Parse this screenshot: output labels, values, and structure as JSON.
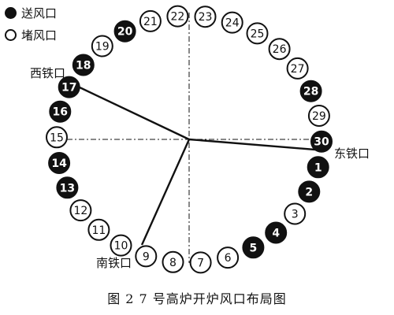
{
  "legend": {
    "supply_label": "送风口",
    "blocked_label": "堵风口"
  },
  "tapholes": {
    "west": "西铁口",
    "east": "东铁口",
    "south": "南铁口"
  },
  "caption": "图 2   7 号高炉开炉风口布局图",
  "tuyeres": [
    {
      "n": "1",
      "state": "supply"
    },
    {
      "n": "2",
      "state": "supply"
    },
    {
      "n": "3",
      "state": "blocked"
    },
    {
      "n": "4",
      "state": "supply"
    },
    {
      "n": "5",
      "state": "supply"
    },
    {
      "n": "6",
      "state": "blocked"
    },
    {
      "n": "7",
      "state": "blocked"
    },
    {
      "n": "8",
      "state": "blocked"
    },
    {
      "n": "9",
      "state": "blocked"
    },
    {
      "n": "10",
      "state": "blocked"
    },
    {
      "n": "11",
      "state": "blocked"
    },
    {
      "n": "12",
      "state": "blocked"
    },
    {
      "n": "13",
      "state": "supply"
    },
    {
      "n": "14",
      "state": "supply"
    },
    {
      "n": "15",
      "state": "blocked"
    },
    {
      "n": "16",
      "state": "supply"
    },
    {
      "n": "17",
      "state": "supply"
    },
    {
      "n": "18",
      "state": "supply"
    },
    {
      "n": "19",
      "state": "blocked"
    },
    {
      "n": "20",
      "state": "supply"
    },
    {
      "n": "21",
      "state": "blocked"
    },
    {
      "n": "22",
      "state": "blocked"
    },
    {
      "n": "23",
      "state": "blocked"
    },
    {
      "n": "24",
      "state": "blocked"
    },
    {
      "n": "25",
      "state": "blocked"
    },
    {
      "n": "26",
      "state": "blocked"
    },
    {
      "n": "27",
      "state": "blocked"
    },
    {
      "n": "28",
      "state": "supply"
    },
    {
      "n": "29",
      "state": "blocked"
    },
    {
      "n": "30",
      "state": "supply"
    }
  ]
}
